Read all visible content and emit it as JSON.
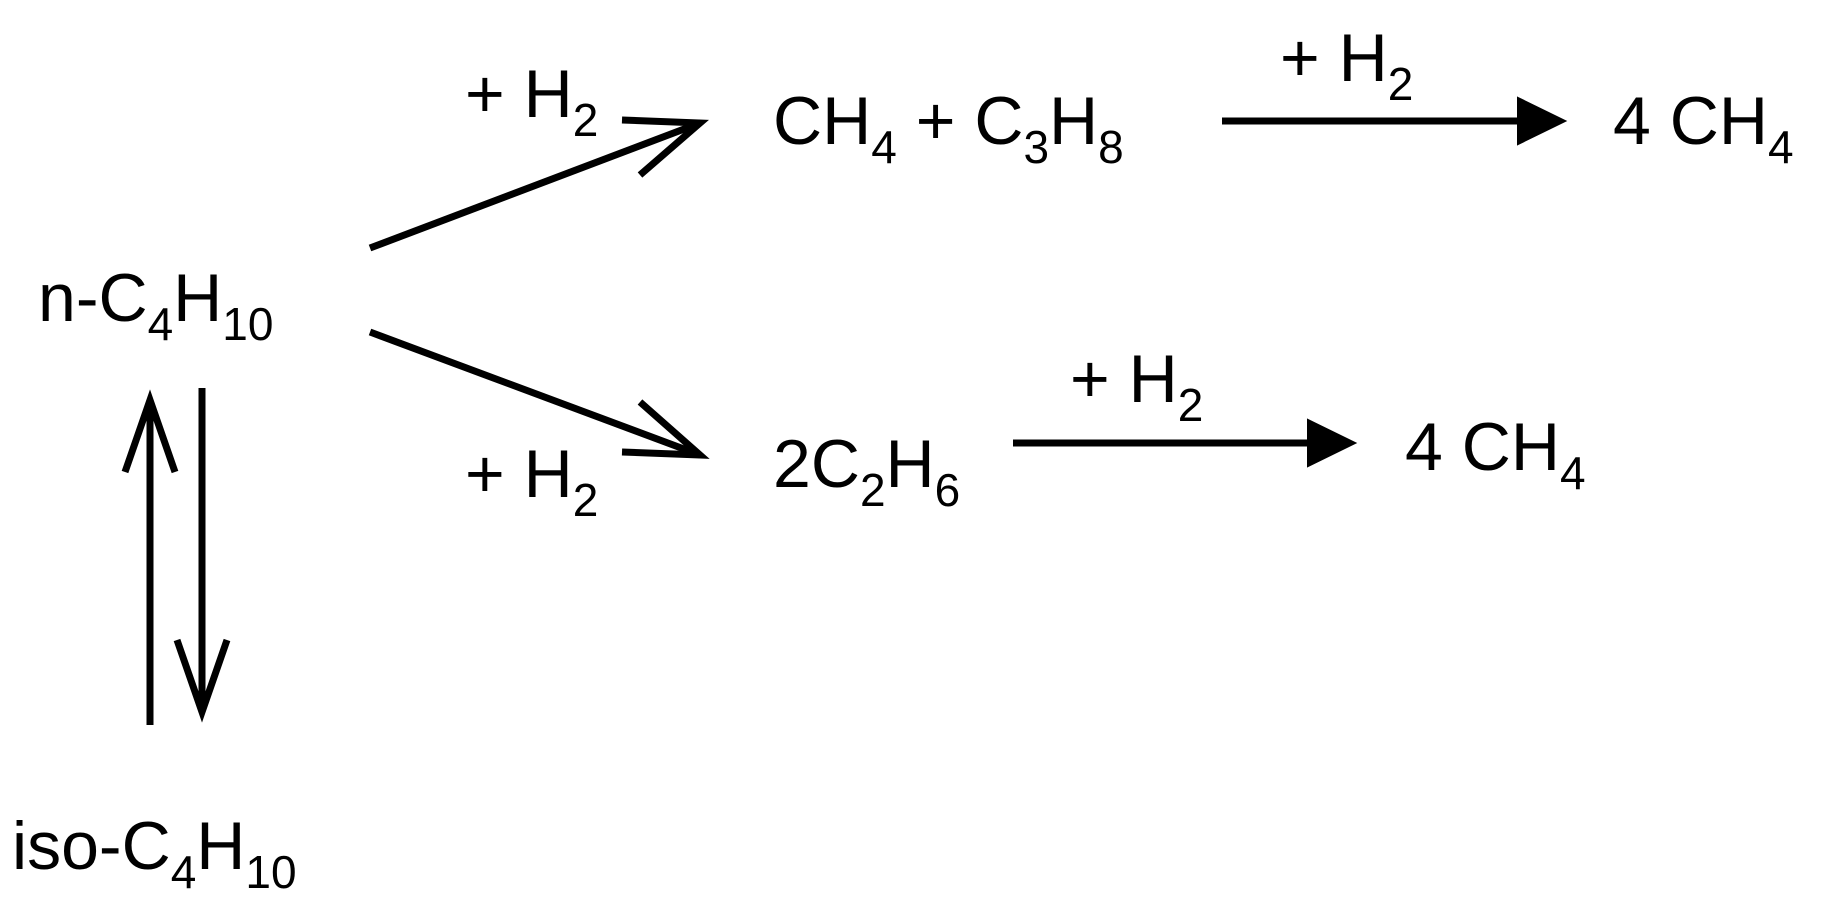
{
  "species": {
    "n_butane": {
      "prefix": "n-",
      "el1": "C",
      "n1": "4",
      "el2": "H",
      "n2": "10"
    },
    "iso_butane": {
      "prefix": "iso-",
      "el1": "C",
      "n1": "4",
      "el2": "H",
      "n2": "10"
    },
    "methane_propane": {
      "a_el": "CH",
      "a_n": "4",
      "plus": "+",
      "b_el1": "C",
      "b_n1": "3",
      "b_el2": "H",
      "b_n2": "8"
    },
    "four_methane_top": {
      "coef": "4",
      "el": "CH",
      "n": "4"
    },
    "two_ethane": {
      "coef": "2",
      "el1": "C",
      "n1": "2",
      "el2": "H",
      "n2": "6"
    },
    "four_methane_mid": {
      "coef": "4",
      "el": "CH",
      "n": "4"
    }
  },
  "reagents": {
    "h2_upper_branch": {
      "plus": "+",
      "el": "H",
      "n": "2"
    },
    "h2_lower_branch": {
      "plus": "+",
      "el": "H",
      "n": "2"
    },
    "h2_top_step": {
      "plus": "+",
      "el": "H",
      "n": "2"
    },
    "h2_mid_step": {
      "plus": "+",
      "el": "H",
      "n": "2"
    }
  },
  "colors": {
    "ink": "#000000",
    "background": "#ffffff"
  }
}
